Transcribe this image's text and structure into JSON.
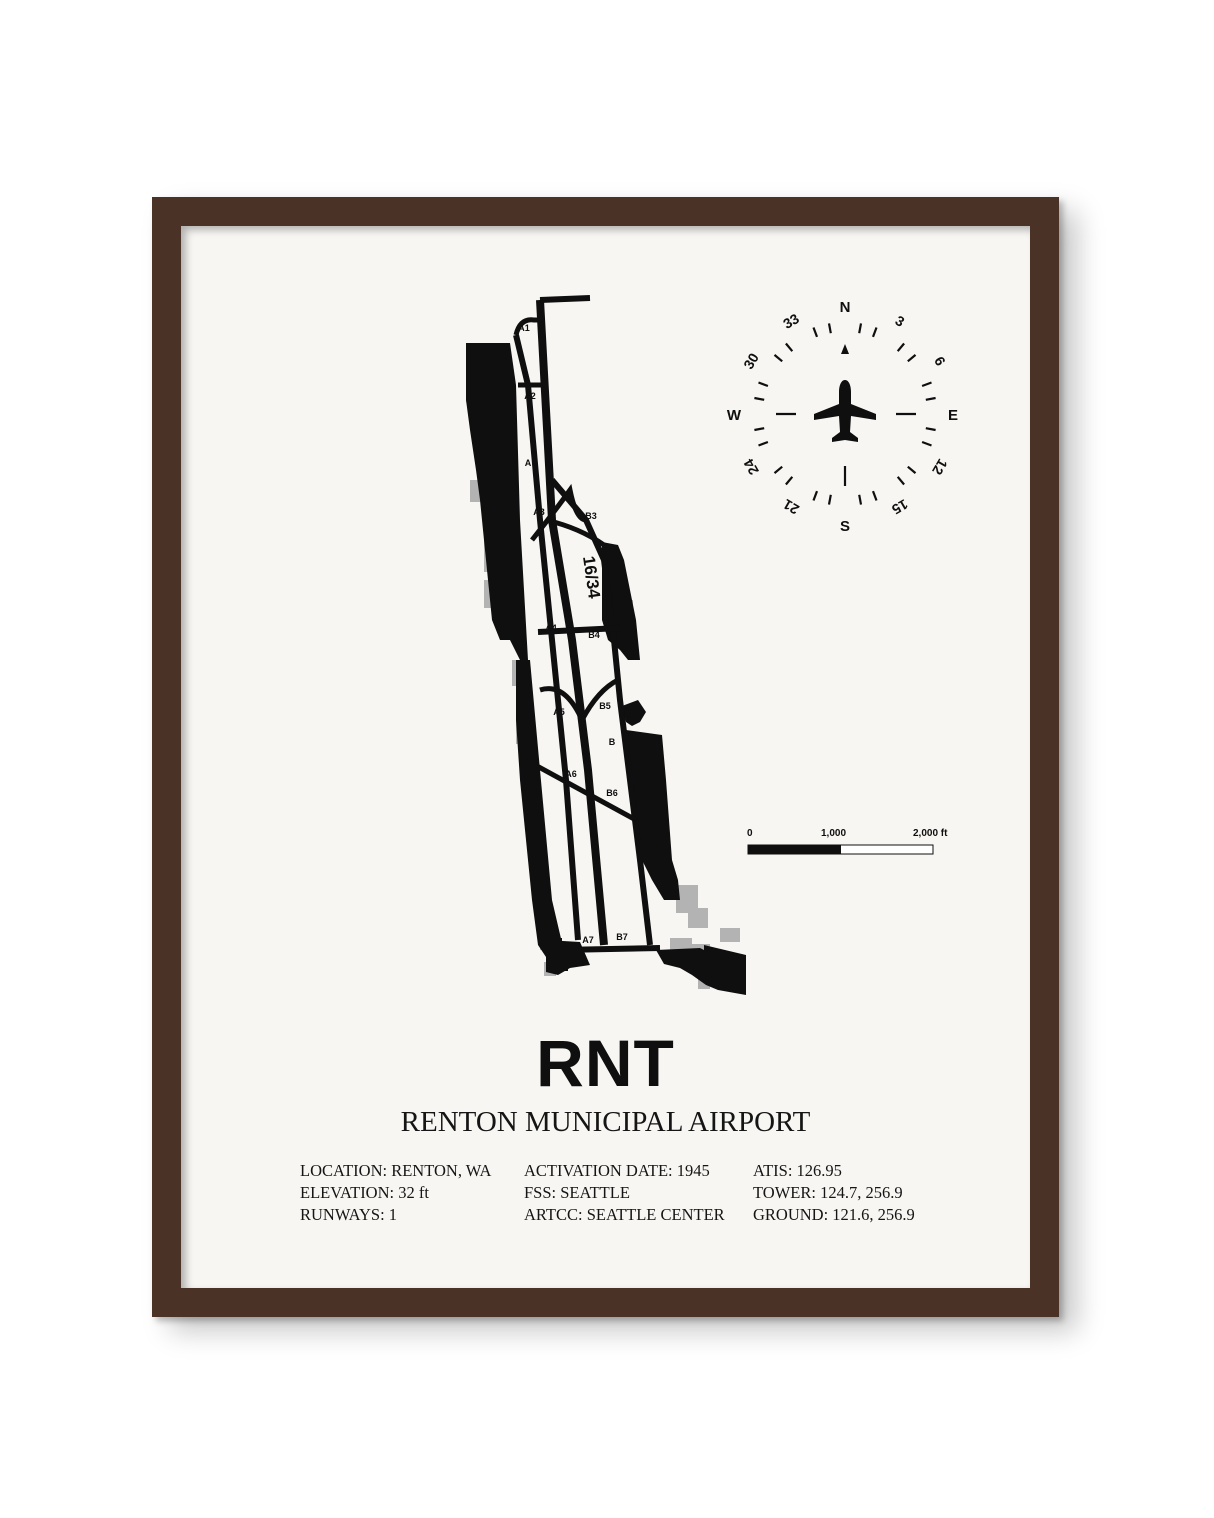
{
  "airport": {
    "code": "RNT",
    "name": "RENTON MUNICIPAL AIRPORT"
  },
  "info_columns": [
    [
      "LOCATION: RENTON, WA",
      "ELEVATION: 32 ft",
      "RUNWAYS: 1"
    ],
    [
      "ACTIVATION DATE: 1945",
      "FSS: SEATTLE",
      "ARTCC: SEATTLE CENTER"
    ],
    [
      "ATIS: 126.95",
      "TOWER: 124.7, 256.9",
      "GROUND: 121.6, 256.9"
    ]
  ],
  "runway": {
    "label": "16/34"
  },
  "taxiways": {
    "A1": "A1",
    "A2": "A2",
    "A": "A",
    "A3": "A3",
    "A4": "A4",
    "A5": "A5",
    "A6": "A6",
    "A7": "A7",
    "B3": "B3",
    "B4": "B4",
    "B5": "B5",
    "B": "B",
    "B6": "B6",
    "B7": "B7"
  },
  "compass": {
    "cardinals": {
      "N": "N",
      "E": "E",
      "S": "S",
      "W": "W"
    },
    "headings": {
      "3": "3",
      "6": "6",
      "12": "12",
      "15": "15",
      "21": "21",
      "24": "24",
      "30": "30",
      "33": "33"
    },
    "icon": "airplane-icon"
  },
  "scale_bar": {
    "label_0": "0",
    "label_1": "1,000",
    "label_2": "2,000 ft"
  },
  "colors": {
    "frame": "#4a3226",
    "paper": "#f8f6f3",
    "ink": "#0f0f0f",
    "building_grey": "#b3b3b3"
  }
}
